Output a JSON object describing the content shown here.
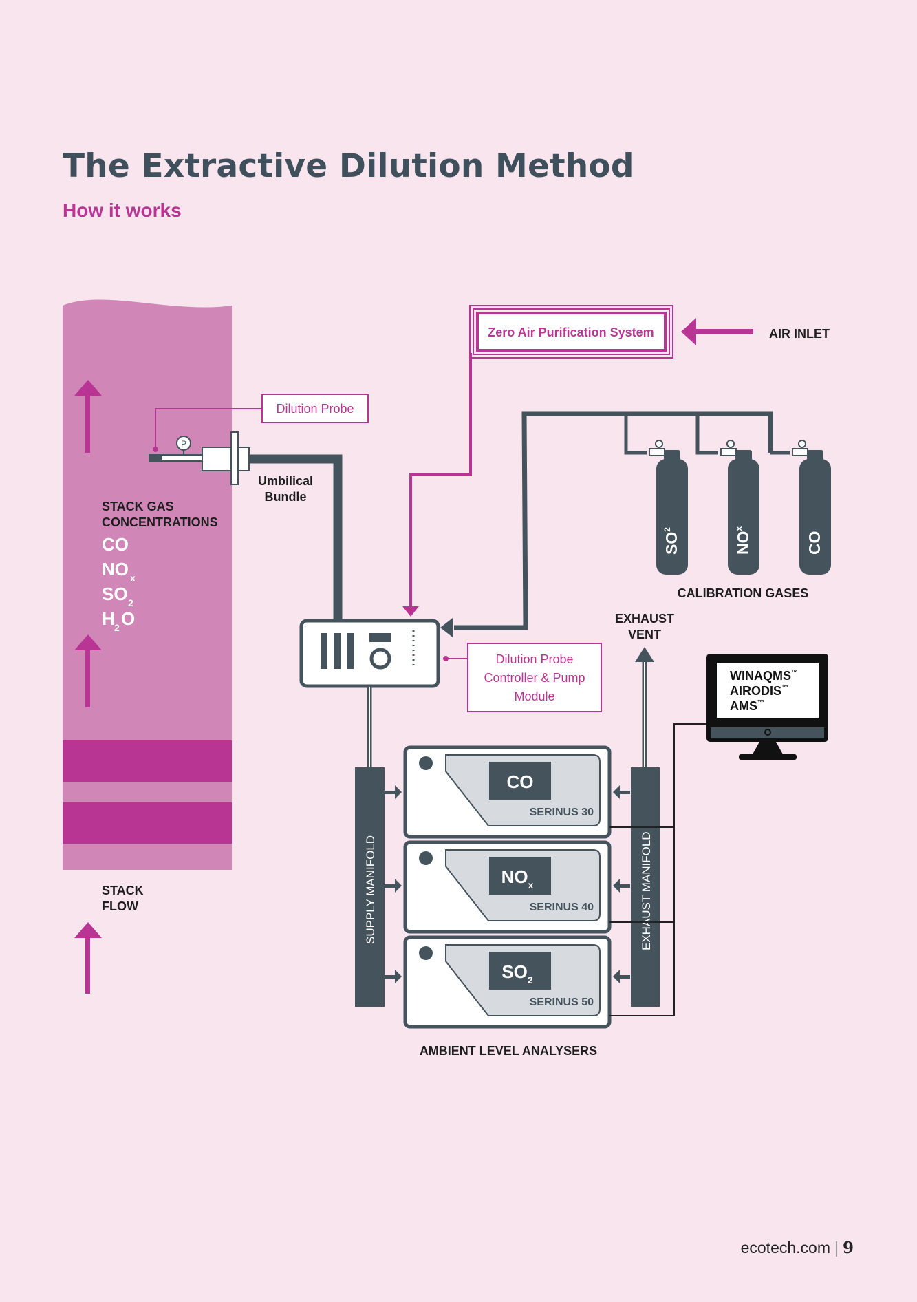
{
  "header": {
    "title": "The Extractive Dilution Method",
    "subtitle": "How it works"
  },
  "stack": {
    "concentrations_title_1": "STACK GAS",
    "concentrations_title_2": "CONCENTRATIONS",
    "gas_co": "CO",
    "gas_nox": "NO",
    "gas_nox_sub": "x",
    "gas_so2": "SO",
    "gas_so2_sub": "2",
    "gas_h2o_a": "H",
    "gas_h2o_sub": "2",
    "gas_h2o_b": "O",
    "flow_label_1": "STACK",
    "flow_label_2": "FLOW"
  },
  "probe": {
    "label": "Dilution Probe",
    "pressure_symbol": "P"
  },
  "umbilical": {
    "label_1": "Umbilical",
    "label_2": "Bundle"
  },
  "zero_air": {
    "label": "Zero Air Purification System"
  },
  "air_inlet": {
    "label": "AIR INLET"
  },
  "calibration": {
    "label": "CALIBRATION GASES",
    "cylinders": [
      {
        "gas": "SO",
        "sub": "2"
      },
      {
        "gas": "NO",
        "sub": "x"
      },
      {
        "gas": "CO",
        "sub": ""
      }
    ]
  },
  "controller": {
    "label_1": "Dilution Probe",
    "label_2": "Controller & Pump",
    "label_3": "Module"
  },
  "exhaust_vent": {
    "label_1": "EXHAUST",
    "label_2": "VENT"
  },
  "monitor": {
    "line_1": "WINAQMS",
    "line_2": "AIRODIS",
    "line_3": "AMS",
    "tm": "™"
  },
  "manifolds": {
    "supply": "SUPPLY MANIFOLD",
    "exhaust": "EXHAUST MANIFOLD"
  },
  "analysers": {
    "label": "AMBIENT LEVEL ANALYSERS",
    "units": [
      {
        "gas": "CO",
        "sub": "",
        "model": "SERINUS 30"
      },
      {
        "gas": "NO",
        "sub": "x",
        "model": "SERINUS 40"
      },
      {
        "gas": "SO",
        "sub": "2",
        "model": "SERINUS 50"
      }
    ]
  },
  "footer": {
    "site": "ecotech.com",
    "page": "9"
  },
  "colors": {
    "slate": "#45535d",
    "magenta": "#b93593",
    "stack_pink": "#d087b8",
    "background": "#f8e5ee"
  }
}
